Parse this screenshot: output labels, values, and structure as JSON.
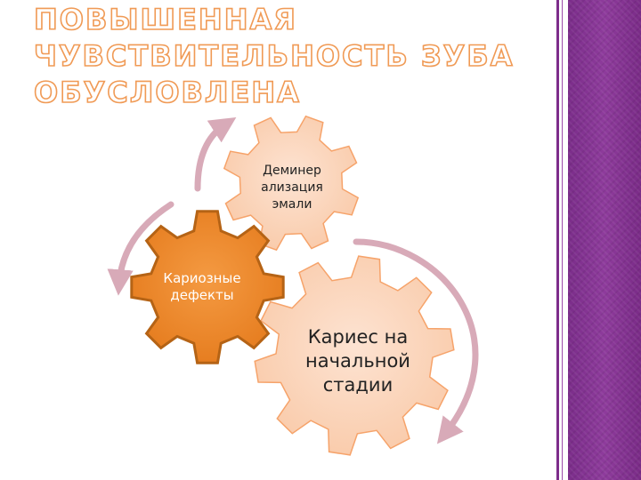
{
  "title": "ПОВЫШЕННАЯ ЧУВСТВИТЕЛЬНОСТЬ ЗУБА ОБУСЛОВЛЕНА",
  "gears": {
    "top": "Деминер ализация эмали",
    "left": "Кариозные дефекты",
    "right": "Кариес на начальной стадии"
  },
  "colors": {
    "title_outline": "#f09a55",
    "gear_light_fill": "#fcd8c2",
    "gear_light_stroke": "#f6a36a",
    "gear_orange_fill": "#f08a2e",
    "gear_orange_stroke": "#b56315",
    "arrow": "#d8aab8",
    "side_band": "#8a3597"
  }
}
